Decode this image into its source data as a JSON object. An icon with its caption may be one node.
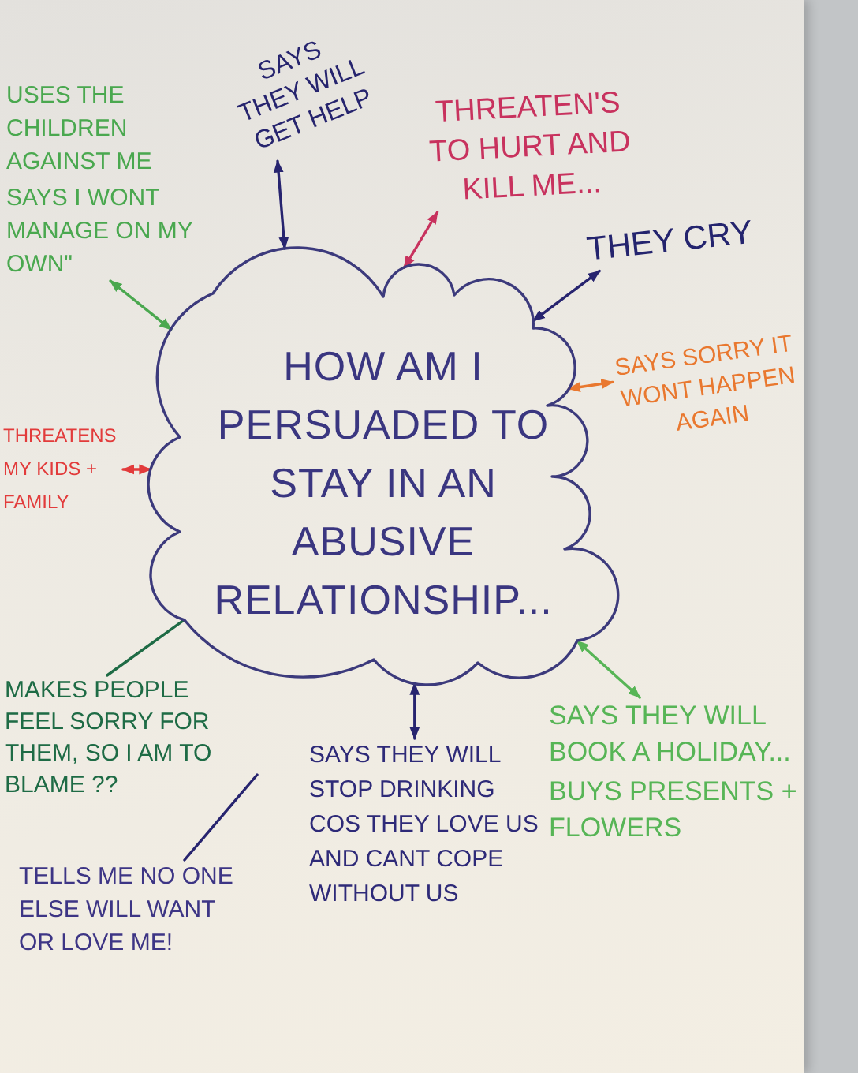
{
  "diagram": {
    "nodes": [
      {
        "text": [
          "HOW AM I PERSUADED TO STAY IN AN ABUSIVE RELATIONSHIP..."
        ]
      },
      {
        "text": [
          "USES THE CHILDREN AGAINST ME",
          "SAYS I WONT MANAGE ON MY OWN\""
        ]
      },
      {
        "text": [
          "SAYS THEY WILL GET HELP"
        ]
      },
      {
        "text": [
          "THREATEN'S TO HURT AND KILL ME..."
        ]
      },
      {
        "text": [
          "THEY CRY"
        ]
      },
      {
        "text": [
          "SAYS SORRY IT WONT HAPPEN AGAIN"
        ]
      },
      {
        "text": [
          "THREATENS MY KIDS + FAMILY"
        ]
      },
      {
        "text": [
          "MAKES PEOPLE FEEL SORRY FOR THEM, SO I AM TO BLAME ??"
        ]
      },
      {
        "text": [
          "SAYS THEY WILL STOP DRINKING COS THEY LOVE US AND CANT COPE WITHOUT US"
        ]
      },
      {
        "text": [
          "SAYS THEY WILL BOOK A HOLIDAY...",
          "BUYS PRESENTS + FLOWERS"
        ]
      },
      {
        "text": [
          "TELLS ME NO ONE ELSE WILL WANT OR LOVE ME!"
        ]
      }
    ],
    "edges": [
      {
        "from": 1,
        "to": 0,
        "arrow": "both",
        "color": "#4aa84f"
      },
      {
        "from": 2,
        "to": 0,
        "arrow": "both"
      },
      {
        "from": 3,
        "to": 0,
        "arrow": "both",
        "color": "#c8325e"
      },
      {
        "from": 4,
        "to": 0,
        "arrow": "both"
      },
      {
        "from": 5,
        "to": 0,
        "arrow": "both",
        "color": "#e9782f"
      },
      {
        "from": 6,
        "to": 0,
        "arrow": "both",
        "color": "#e23b3b"
      },
      {
        "from": 7,
        "to": 0,
        "arrow": "none",
        "color": "#1e6b45"
      },
      {
        "from": 8,
        "to": 0,
        "arrow": "both"
      },
      {
        "from": 9,
        "to": 0,
        "arrow": "both",
        "color": "#57b556"
      },
      {
        "from": 10,
        "to": null,
        "arrow": "none"
      }
    ]
  }
}
